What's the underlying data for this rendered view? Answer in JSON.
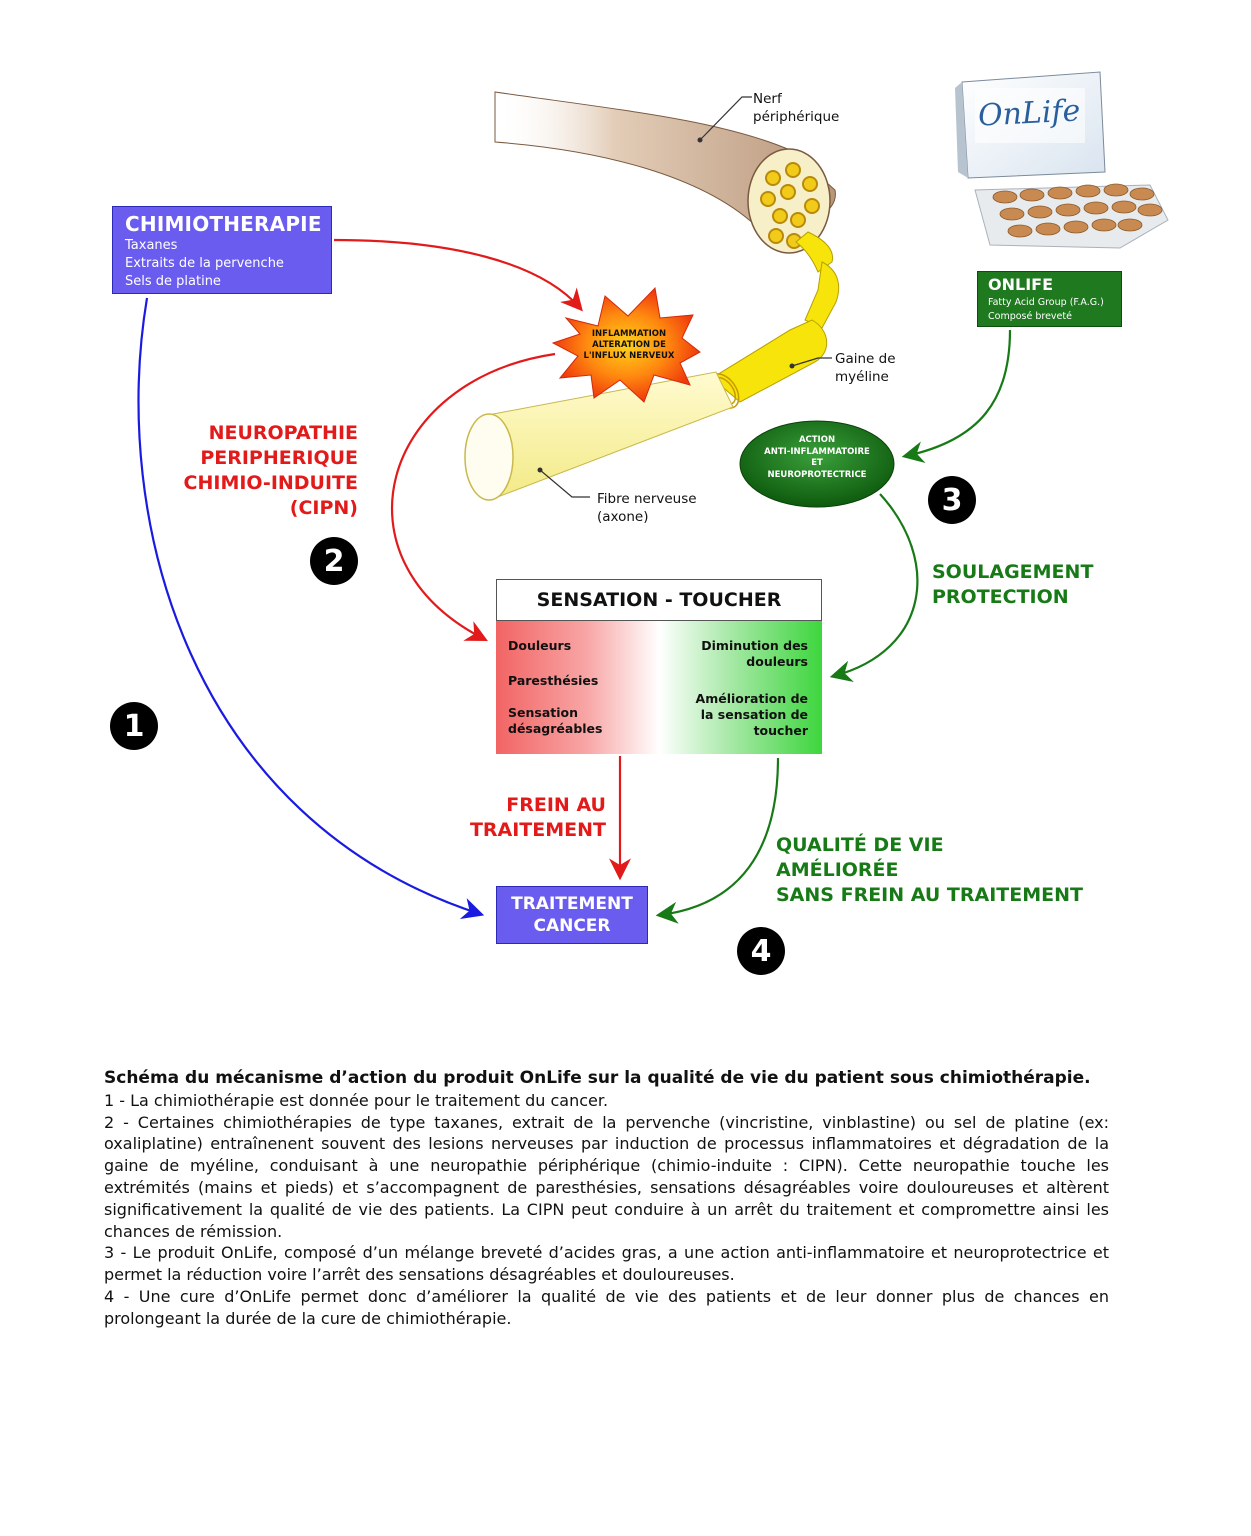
{
  "chemo": {
    "title": "CHIMIOTHERAPIE",
    "items": [
      "Taxanes",
      "Extraits de la pervenche",
      "Sels de platine"
    ]
  },
  "nerve": {
    "label_line1": "Nerf",
    "label_line2": "périphérique",
    "myelin_line1": "Gaine de",
    "myelin_line2": "myéline",
    "fiber_line1": "Fibre nerveuse",
    "fiber_line2": "(axone)"
  },
  "burst": {
    "line1": "INFLAMMATION",
    "line2": "ALTERATION DE",
    "line3": "L'INFLUX NERVEUX"
  },
  "onlife_box": {
    "title": "ONLIFE",
    "line1": "Fatty Acid Group (F.A.G.)",
    "line2": "Composé breveté"
  },
  "product": {
    "brand": "OnLife"
  },
  "action": {
    "line1": "ACTION",
    "line2": "ANTI-INFLAMMATOIRE",
    "line3": "ET",
    "line4": "NEUROPROTECTRICE"
  },
  "cipn": {
    "line1": "NEUROPATHIE",
    "line2": "PERIPHERIQUE",
    "line3": "CHIMIO-INDUITE",
    "line4": "(CIPN)"
  },
  "relief": {
    "line1": "SOULAGEMENT",
    "line2": "PROTECTION"
  },
  "sensation": {
    "title": "SENSATION - TOUCHER",
    "left": [
      "Douleurs",
      "Paresthésies",
      "Sensation désagréables"
    ],
    "right": [
      "Diminution des douleurs",
      "Amélioration de la sensation de toucher"
    ]
  },
  "brake": {
    "line1": "FREIN AU",
    "line2": "TRAITEMENT"
  },
  "quality": {
    "line1": "QUALITÉ DE VIE",
    "line2": "AMÉLIORÉE",
    "line3": "SANS FREIN AU TRAITEMENT"
  },
  "cancer": {
    "line1": "TRAITEMENT",
    "line2": "CANCER"
  },
  "numbers": [
    "1",
    "2",
    "3",
    "4"
  ],
  "caption": {
    "title": "Schéma du mécanisme d’action du produit OnLife sur la qualité de vie du patient sous chimiothérapie.",
    "p1": "1 - La chimiothérapie est donnée pour le traitement du cancer.",
    "p2": "2 - Certaines chimiothérapies de type taxanes, extrait de la pervenche (vincristine, vinblastine) ou sel de platine (ex: oxaliplatine) entraînenent souvent des lesions nerveuses par induction de processus inflammatoires et dégradation de la gaine de myéline, conduisant à une neuropathie périphérique (chimio-induite : CIPN). Cette neuropathie touche les extrémités (mains et pieds) et s’accompagnent de paresthésies, sensations désagréables voire douloureuses et altèrent significativement la qualité de vie des patients. La CIPN peut conduire à un arrêt du traitement et compromettre ainsi les chances de rémission.",
    "p3": "3 - Le produit OnLife, composé d’un mélange breveté d’acides gras, a une action anti-inflammatoire et neuroprotectrice et permet la réduction voire l’arrêt des sensations désagréables et douloureuses.",
    "p4": "4 - Une cure d’OnLife permet donc d’améliorer la qualité de vie des patients et de leur donner plus de chances en prolongeant la durée de la cure de chimiothérapie."
  },
  "colors": {
    "chemo_blue": "#6b5cf0",
    "red": "#e21a1a",
    "green": "#177a17",
    "nerve_brown": "#c9a98c",
    "myelin_yellow": "#f4e60a"
  }
}
